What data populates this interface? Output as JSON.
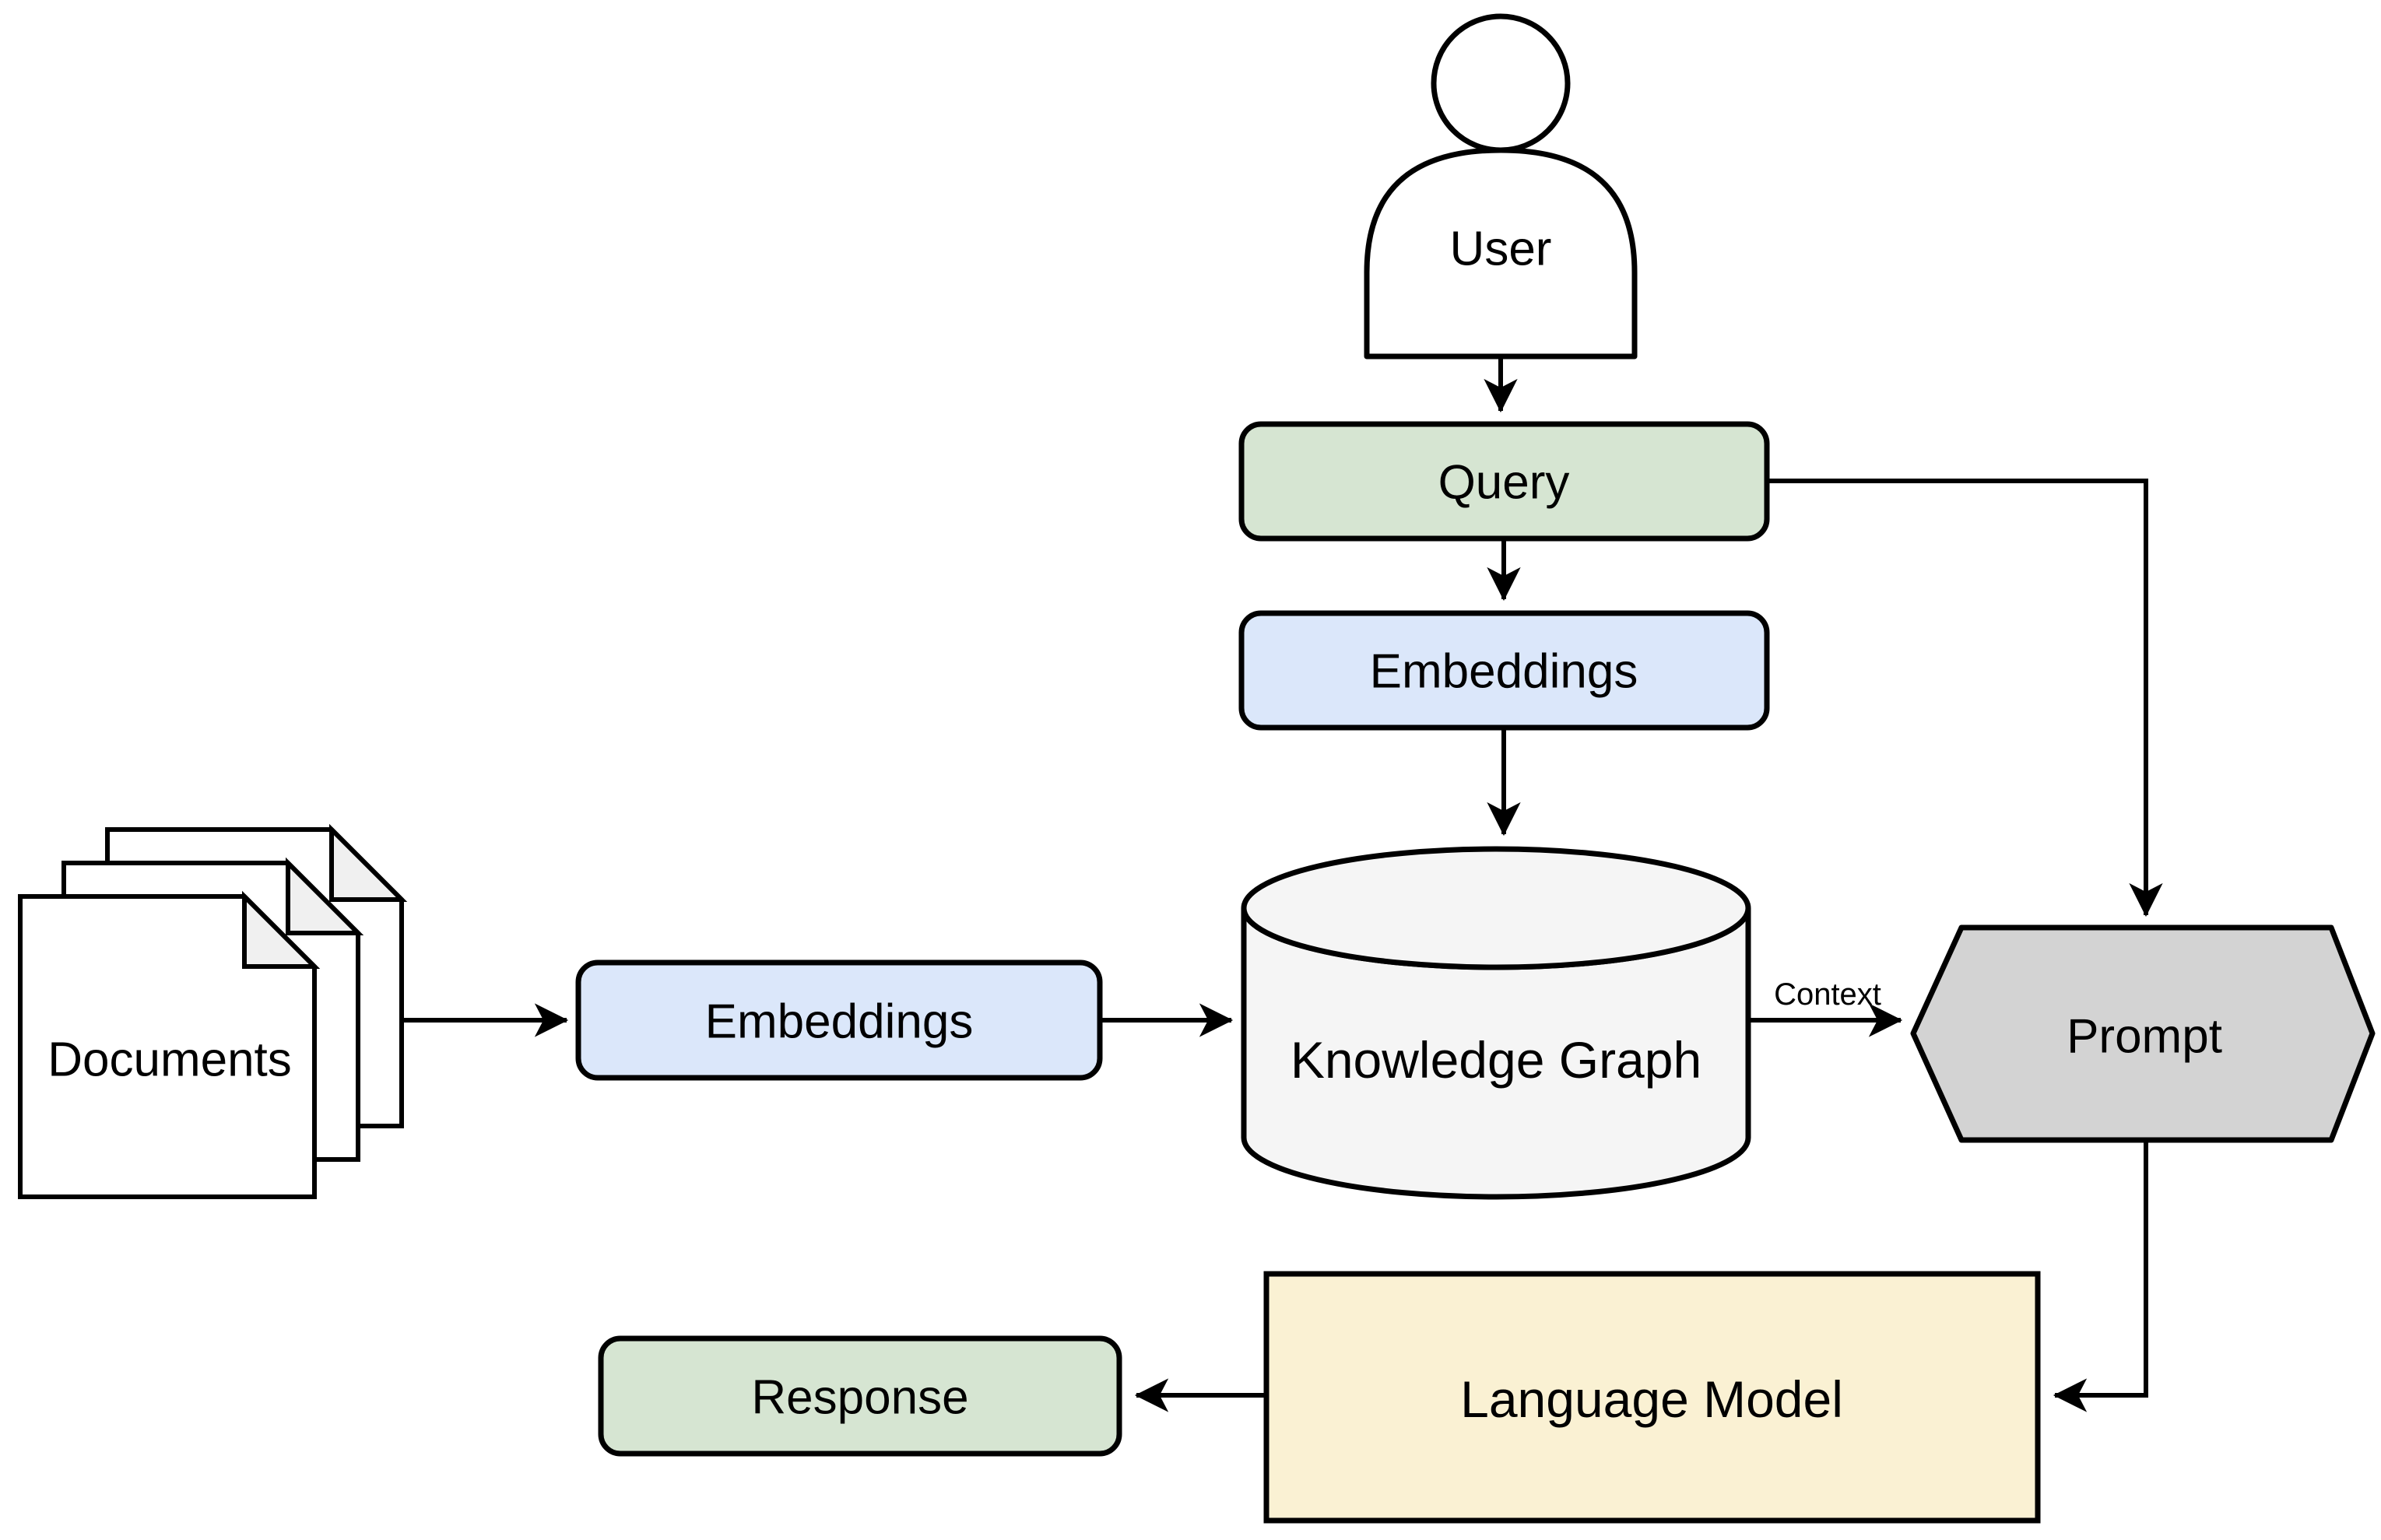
{
  "diagram": {
    "kind": "flowchart",
    "description": "Knowledge-graph retrieval augmented generation pipeline"
  },
  "colors": {
    "green": "#d6e5d2",
    "blue": "#dbe7fa",
    "yellow": "#faf1d3",
    "hex_gray": "#d3d3d3",
    "cylinder_gray": "#f5f5f5",
    "fold_gray": "#f0f0f0",
    "white": "#ffffff",
    "kg_text": "#595959",
    "line": "#000000"
  },
  "nodes": {
    "user": {
      "label": "User"
    },
    "query": {
      "label": "Query"
    },
    "query_embeddings": {
      "label": "Embeddings"
    },
    "documents": {
      "label": "Documents"
    },
    "doc_embeddings": {
      "label": "Embeddings"
    },
    "knowledge_graph": {
      "label": "Knowledge Graph"
    },
    "prompt": {
      "label": "Prompt"
    },
    "language_model": {
      "label": "Language Model"
    },
    "response": {
      "label": "Response"
    }
  },
  "edges": {
    "knowledge_graph_to_prompt": {
      "label": "Context"
    }
  }
}
